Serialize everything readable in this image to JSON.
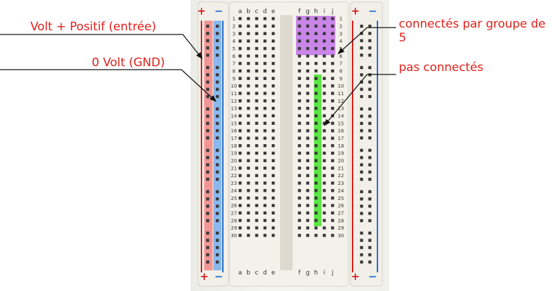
{
  "labels": {
    "volt_positive": "Volt + Positif (entrée)",
    "gnd": "0 Volt (GND)",
    "group_of_5": "connectés par groupe de 5",
    "not_connected": "pas connectés"
  },
  "breadboard": {
    "column_letters_left": [
      "a",
      "b",
      "c",
      "d",
      "e"
    ],
    "column_letters_right": [
      "f",
      "g",
      "h",
      "i",
      "j"
    ],
    "row_count": 30,
    "rail_signs": {
      "plus": "+",
      "minus": "−"
    }
  },
  "colors": {
    "label_text": "#e0201b",
    "positive_rail_highlight": "#f28b8b",
    "gnd_rail_highlight": "#7fb3ee",
    "group_highlight": "#c47ae8",
    "column_highlight": "#55e43d",
    "board": "#f3f1ea"
  }
}
